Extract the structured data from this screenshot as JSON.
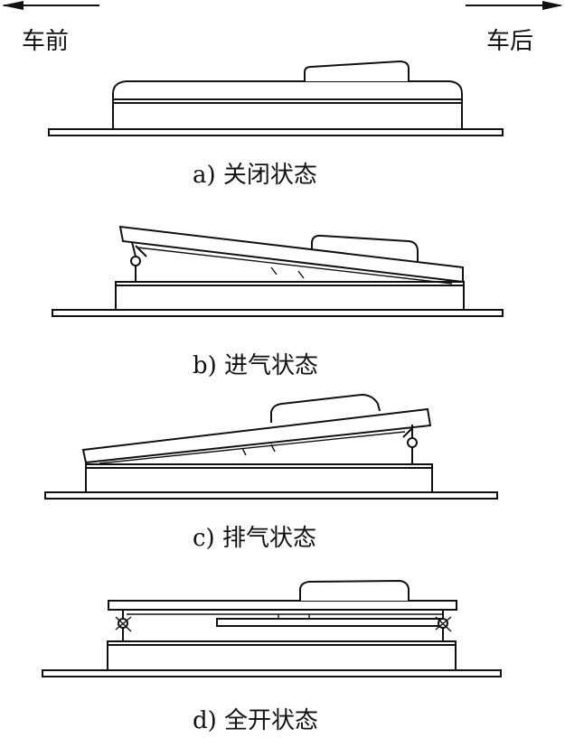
{
  "directions": {
    "front": "车前",
    "rear": "车后"
  },
  "captions": {
    "a": "a)  关闭状态",
    "b": "b)  进气状态",
    "c": "c)  排气状态",
    "d": "d)  全开状态"
  }
}
